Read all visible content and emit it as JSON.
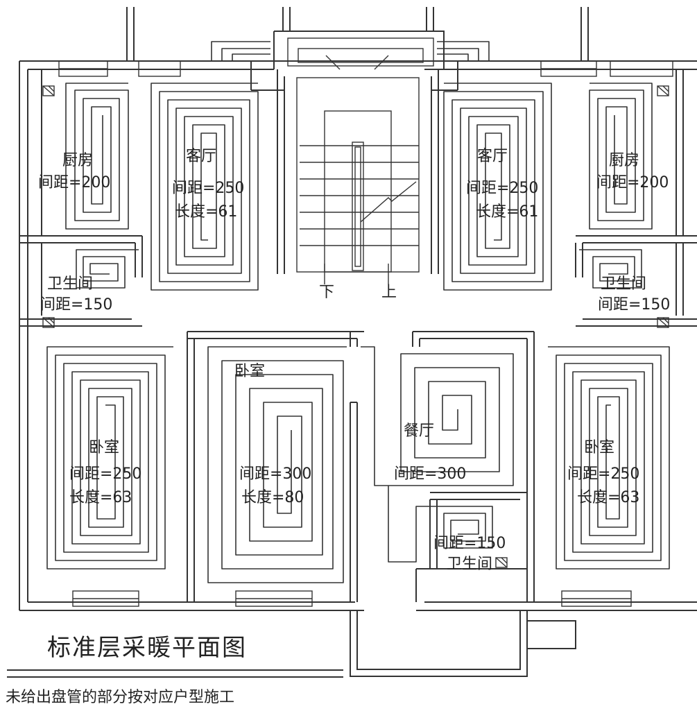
{
  "title": "标准层采暖平面图",
  "note": "未给出盘管的部分按对应户型施工",
  "stair": {
    "down": "下",
    "up": "上"
  },
  "rooms": {
    "kitchen_left": {
      "name": "厨房",
      "spacing": "间距=200"
    },
    "living_left": {
      "name": "客厅",
      "spacing": "间距=250",
      "length": "长度=61"
    },
    "living_right": {
      "name": "客厅",
      "spacing": "间距=250",
      "length": "长度=61"
    },
    "kitchen_right": {
      "name": "厨房",
      "spacing": "间距=200"
    },
    "bath_left": {
      "name": "卫生间",
      "spacing": "间距=150"
    },
    "bath_right": {
      "name": "卫生间",
      "spacing": "间距=150"
    },
    "bed_left": {
      "name": "卧室",
      "spacing": "间距=250",
      "length": "长度=63"
    },
    "bed_mid": {
      "name": "卧室",
      "spacing": "间距=300",
      "length": "长度=80"
    },
    "dining": {
      "name": "餐厅",
      "spacing": "间距=300"
    },
    "bath_center": {
      "name": "卫生间",
      "spacing": "间距=150"
    },
    "bed_right": {
      "name": "卧室",
      "spacing": "间距=250",
      "length": "长度=63"
    }
  }
}
